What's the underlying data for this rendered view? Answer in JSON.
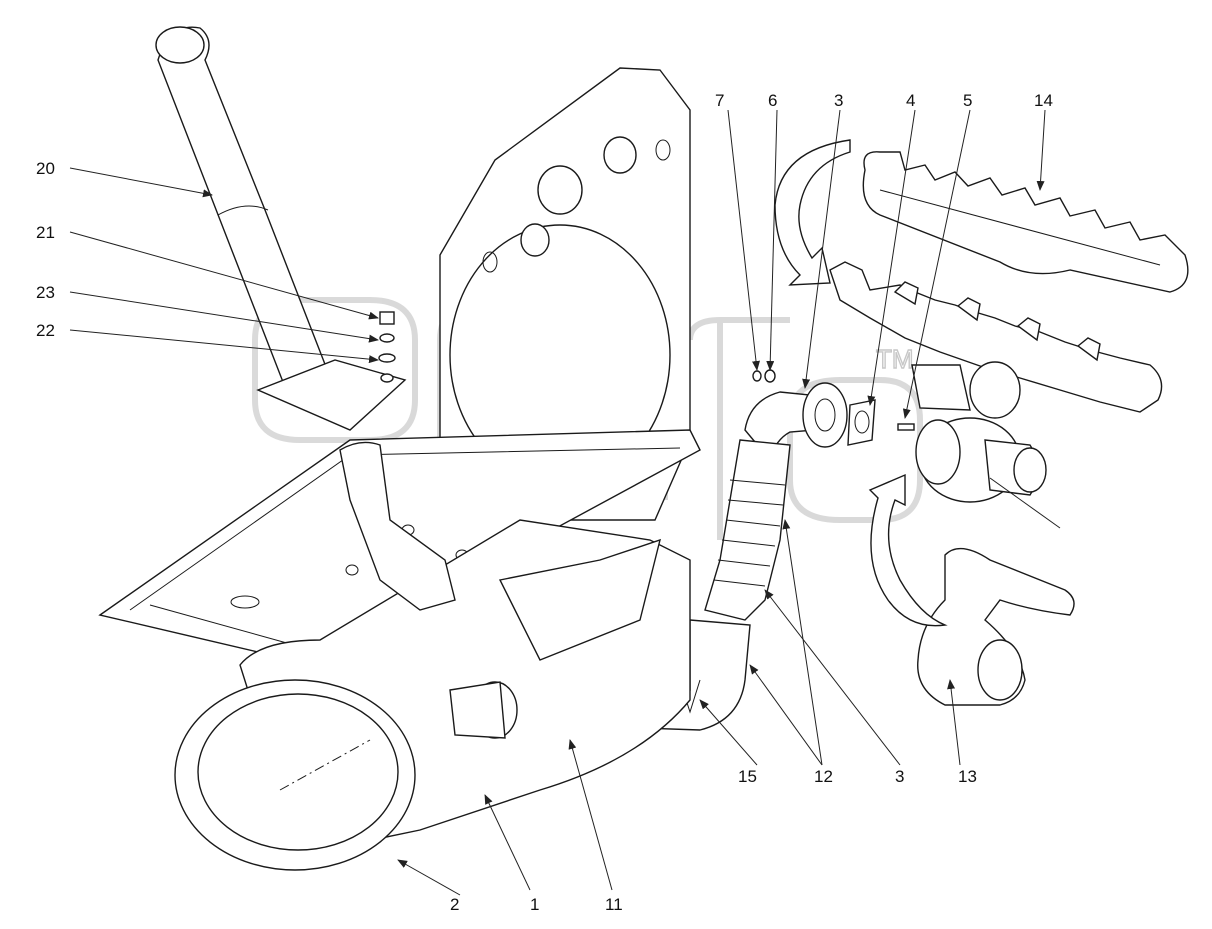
{
  "diagram": {
    "watermark": "TM",
    "callouts": [
      {
        "id": "c7",
        "text": "7"
      },
      {
        "id": "c6",
        "text": "6"
      },
      {
        "id": "c3a",
        "text": "3"
      },
      {
        "id": "c4",
        "text": "4"
      },
      {
        "id": "c5",
        "text": "5"
      },
      {
        "id": "c14",
        "text": "14"
      },
      {
        "id": "c20",
        "text": "20"
      },
      {
        "id": "c21",
        "text": "21"
      },
      {
        "id": "c23",
        "text": "23"
      },
      {
        "id": "c22",
        "text": "22"
      },
      {
        "id": "c15",
        "text": "15"
      },
      {
        "id": "c12",
        "text": "12"
      },
      {
        "id": "c3b",
        "text": "3"
      },
      {
        "id": "c13",
        "text": "13"
      },
      {
        "id": "c2",
        "text": "2"
      },
      {
        "id": "c1",
        "text": "1"
      },
      {
        "id": "c11",
        "text": "11"
      }
    ]
  }
}
